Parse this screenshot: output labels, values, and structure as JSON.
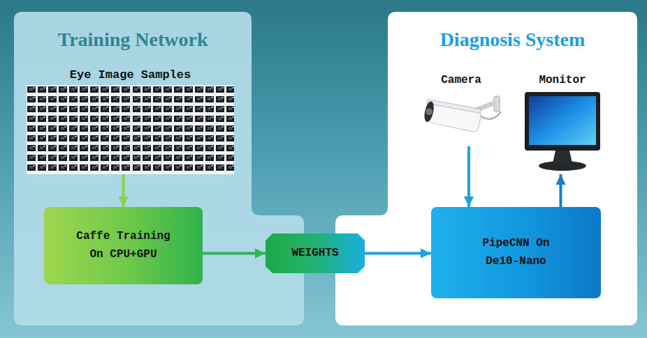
{
  "diagram": {
    "nodes": [
      {
        "text": [
          "Training Network"
        ]
      },
      {
        "text": [
          "Eye Image Samples"
        ],
        "in": 0
      },
      {
        "text": [
          "Caffe Training On CPU+GPU"
        ],
        "in": 0
      },
      {
        "text": [
          "WEIGHTS"
        ]
      },
      {
        "text": [
          "Diagnosis System"
        ]
      },
      {
        "text": [
          "Camera"
        ],
        "in": 4
      },
      {
        "text": [
          "Monitor"
        ],
        "in": 4
      },
      {
        "text": [
          "PipeCNN On De10-Nano"
        ],
        "in": 4
      }
    ],
    "edges": [
      {
        "from": 1,
        "to": 2,
        "arrow": "to"
      },
      {
        "from": 2,
        "to": 3,
        "arrow": "to"
      },
      {
        "from": 3,
        "to": 7,
        "arrow": "to"
      },
      {
        "from": 5,
        "to": 7,
        "arrow": "to"
      },
      {
        "from": 7,
        "to": 6,
        "arrow": "to"
      }
    ]
  }
}
